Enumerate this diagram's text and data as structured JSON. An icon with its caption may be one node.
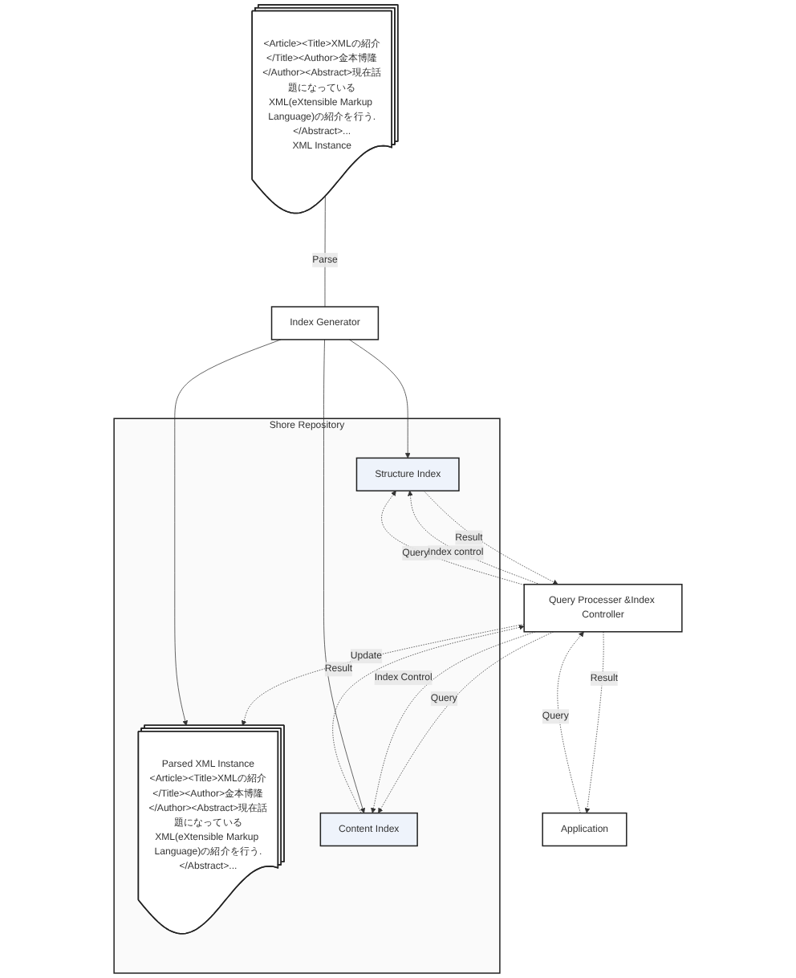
{
  "diagram": {
    "nodes": [
      {
        "text": [
          "Shore Repository"
        ]
      },
      {
        "text": [
          "Application"
        ]
      },
      {
        "text": [
          "Query Processer &Index Controller"
        ]
      },
      {
        "text": [
          "Structure Index"
        ],
        "in": 0
      },
      {
        "text": [
          "Parsed XML Instance",
          "<Article><Title>XMLの紹介</Title><Author>金本博隆</Author><Abstract>現在話題になっているXML(eXtensible Markup Language)の紹介を行う.</Abstract>..."
        ],
        "in": 0
      },
      {
        "text": [
          "Content Index"
        ],
        "in": 0
      },
      {
        "text": [
          "Index Generator"
        ]
      },
      {
        "text": [
          "<Article><Title>XMLの紹介</Title><Author>金本博隆</Author><Abstract>現在話題になっているXML(eXtensible Markup Language)の紹介を行う.</Abstract>...",
          "XML Instance"
        ]
      }
    ],
    "edges": [
      {
        "from": 2,
        "to": 1,
        "arrow": "to",
        "label": "Result",
        "style": "dashed"
      },
      {
        "from": 1,
        "to": 2,
        "arrow": "to",
        "label": "Query",
        "style": "dashed"
      },
      {
        "from": 2,
        "to": 3,
        "arrow": "to",
        "label": "Index control",
        "style": "dashed"
      },
      {
        "from": 2,
        "to": 3,
        "arrow": "to",
        "label": "Query",
        "style": "dashed"
      },
      {
        "from": 3,
        "to": 2,
        "arrow": "to",
        "label": "Result",
        "style": "dashed"
      },
      {
        "from": 2,
        "to": 4,
        "arrow": "to",
        "label": "Update",
        "style": "dashed"
      },
      {
        "from": 2,
        "to": 5,
        "arrow": "to",
        "label": "Query",
        "style": "dashed"
      },
      {
        "from": 5,
        "to": 2,
        "arrow": "to",
        "label": "Result",
        "style": "dashed"
      },
      {
        "from": 2,
        "to": 5,
        "arrow": "to",
        "label": "Index Control",
        "style": "dashed"
      },
      {
        "from": 6,
        "to": 3,
        "arrow": "to"
      },
      {
        "from": 6,
        "to": 4,
        "arrow": "to"
      },
      {
        "from": 6,
        "to": 5,
        "arrow": "to"
      },
      {
        "from": 7,
        "to": 6,
        "arrow": "none",
        "label": "Parse"
      }
    ]
  }
}
